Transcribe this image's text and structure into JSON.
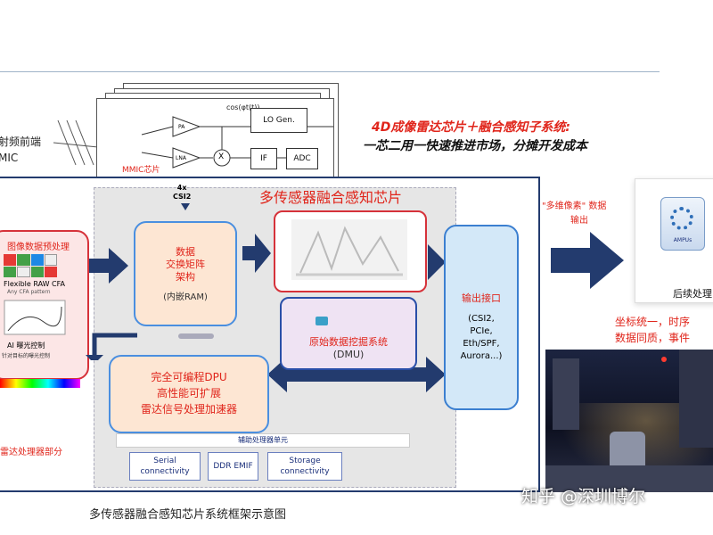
{
  "header": {
    "left_partial_1": "射频前端",
    "left_partial_2": "MIC",
    "mmic_label": "MMIC芯片",
    "pa": "PA",
    "lna": "LNA",
    "cos_label": "cos(φt(t))",
    "lo_gen": "LO Gen.",
    "x_label": "X",
    "if": "IF",
    "adc": "ADC",
    "headline_1": "4D成像雷达芯片＋融合感知子系统:",
    "headline_2": "一芯二用一快速推进市场，分摊开发成本"
  },
  "left_panel": {
    "title": "图像数据预处理",
    "raw_cfa": "Flexible RAW CFA",
    "any_cfa": "Any CFA pattern",
    "ai_label": "AI 曝光控制",
    "ai_sub": "针对目标的曝光控制",
    "radar_part": "雷达处理器部分"
  },
  "center": {
    "csi_label_1": "4x",
    "csi_label_2": "CSI2",
    "fusion_title": "多传感器融合感知芯片",
    "matrix_1": "数据",
    "matrix_2": "交换矩阵",
    "matrix_3": "架构",
    "matrix_4": "(内嵌RAM)",
    "dmu_1": "原始数据挖掘系统",
    "dmu_2": "(DMU)",
    "accel_1": "完全可编程DPU",
    "accel_2": "高性能可扩展",
    "accel_3": "雷达信号处理加速器",
    "output_1": "输出接口",
    "output_2": "(CSI2,",
    "output_3": "PCIe,",
    "output_4": "Eth/SPF,",
    "output_5": "Aurora...)",
    "aux_title": "辅助处理器单元",
    "serial": "Serial connectivity",
    "ddr": "DDR EMIF",
    "storage": "Storage connectivity"
  },
  "right": {
    "multi_pixel_1": "\"多维像素\" 数据",
    "multi_pixel_2": "输出",
    "ampus": "AMPUs",
    "post_process": "后续处理",
    "note_1": "坐标统一，时序",
    "note_2": "数据同质，事件"
  },
  "footer": {
    "caption": "多传感器融合感知芯片系统框架示意图",
    "watermark": "知乎 @深圳博尔"
  },
  "colors": {
    "red": "#e0251b",
    "navy": "#233b6e",
    "blue": "#3b7fd0"
  }
}
